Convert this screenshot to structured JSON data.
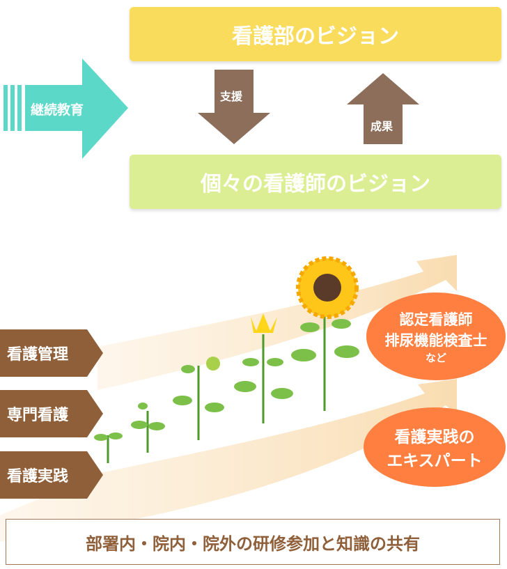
{
  "vision": {
    "department": "看護部のビジョン",
    "individual": "個々の看護師のビジョン"
  },
  "arrows": {
    "support": "支援",
    "result": "成果",
    "continuing_education": "継続教育"
  },
  "tracks": [
    "看護管理",
    "専門看護",
    "看護実践"
  ],
  "goals": {
    "upper": {
      "line1": "認定看護師",
      "line2": "排尿機能検査士",
      "line3": "など"
    },
    "lower": {
      "line1": "看護実践の",
      "line2": "エキスパート"
    }
  },
  "foundation": "部署内・院内・院外の研修参加と知識の共有",
  "colors": {
    "yellow": "#f9dc5c",
    "green": "#dcee93",
    "teal": "#5cd8c8",
    "brown": "#8f5f3a",
    "arrow_brown": "#8c6e5a",
    "orange": "#ff7f41",
    "cream": "#fbe3bf"
  }
}
